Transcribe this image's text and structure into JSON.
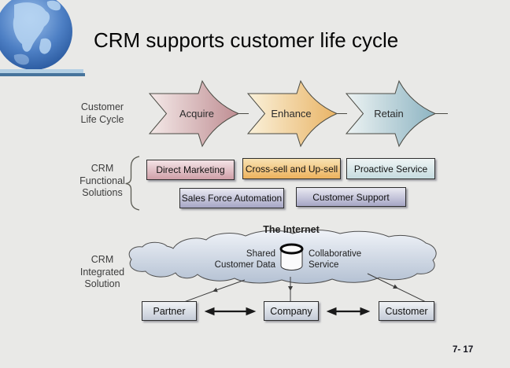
{
  "slide": {
    "title": "CRM supports customer life cycle",
    "page_number": "7- 17"
  },
  "diagram": {
    "life_cycle": {
      "row_label": "Customer\nLife Cycle",
      "arrows": [
        {
          "label": "Acquire",
          "color_start": "#f4e9e8",
          "color_end": "#bf8e93"
        },
        {
          "label": "Enhance",
          "color_start": "#faf1da",
          "color_end": "#e9b466"
        },
        {
          "label": "Retain",
          "color_start": "#edf3f3",
          "color_end": "#8db4c2"
        }
      ]
    },
    "functional": {
      "row_label": "CRM\nFunctional\nSolutions",
      "boxes": [
        {
          "label": "Direct Marketing"
        },
        {
          "label": "Cross-sell and Up-sell"
        },
        {
          "label": "Proactive Service"
        },
        {
          "label": "Sales Force Automation"
        },
        {
          "label": "Customer Support"
        }
      ]
    },
    "integrated": {
      "row_label": "CRM\nIntegrated\nSolution",
      "internet_label": "The Internet",
      "shared_data_label": "Shared\nCustomer Data",
      "collaborative_label": "Collaborative\nService",
      "entities": [
        {
          "label": "Partner"
        },
        {
          "label": "Company"
        },
        {
          "label": "Customer"
        }
      ]
    },
    "colors": {
      "box_pink_top": "#f4e3e6",
      "box_pink_bottom": "#d0a0a8",
      "box_orange_top": "#f8e2b2",
      "box_orange_bottom": "#edb25d",
      "box_blue_top": "#eef4f4",
      "box_blue_bottom": "#c6dce0",
      "box_lavender_top": "#e9e9f2",
      "box_lavender_bottom": "#a6a6c5",
      "entity_top": "#f1f3f6",
      "entity_bottom": "#c4cbd7",
      "cloud_top": "#f0f3f8",
      "cloud_bottom": "#b4c1d3",
      "logo_bar_light": "#b3cfe4",
      "logo_bar_dark": "#47749c"
    }
  }
}
